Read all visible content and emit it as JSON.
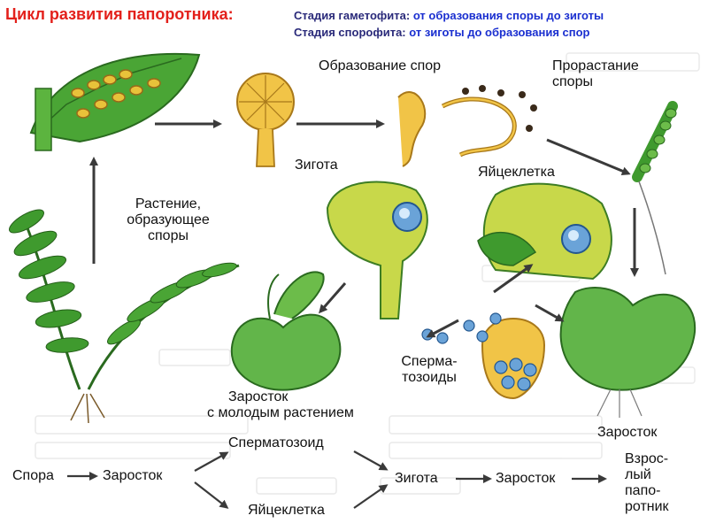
{
  "header": {
    "title": "Цикл развития папоротника:",
    "line1_label": "Стадия гаметофита:",
    "line1_value": "от образования  споры  до зиготы",
    "line2_label": "Стадия спорофита:",
    "line2_value": "от зиготы    до  образования спор"
  },
  "labels": {
    "spore_formation": "Образование спор",
    "spore_germination_1": "Прорастание",
    "spore_germination_2": "споры",
    "zygote": "Зигота",
    "egg_cell": "Яйцеклетка",
    "plant_1": "Растение,",
    "plant_2": "образующее",
    "plant_3": "споры",
    "sperm_1": "Сперма-",
    "sperm_2": "тозоиды",
    "prothallus_young_1": "Заросток",
    "prothallus_young_2": "с молодым растением",
    "prothallus": "Заросток"
  },
  "scheme": {
    "spore": "Спора",
    "prothallus": "Заросток",
    "spermatozoid": "Сперматозоид",
    "egg_cell": "Яйцеклетка",
    "zygote": "Зигота",
    "prothallus2": "Заросток",
    "adult_1": "Взрос-",
    "adult_2": "лый",
    "adult_3": "папо-",
    "adult_4": "ротник"
  },
  "colors": {
    "title_red": "#e3201b",
    "header_blue": "#1a2fd0",
    "leaf_green": "#3f9a2e",
    "cell_yellow": "#e8c23a",
    "egg_blue": "#6aa3d8",
    "spore_dark": "#3a2a1a"
  }
}
